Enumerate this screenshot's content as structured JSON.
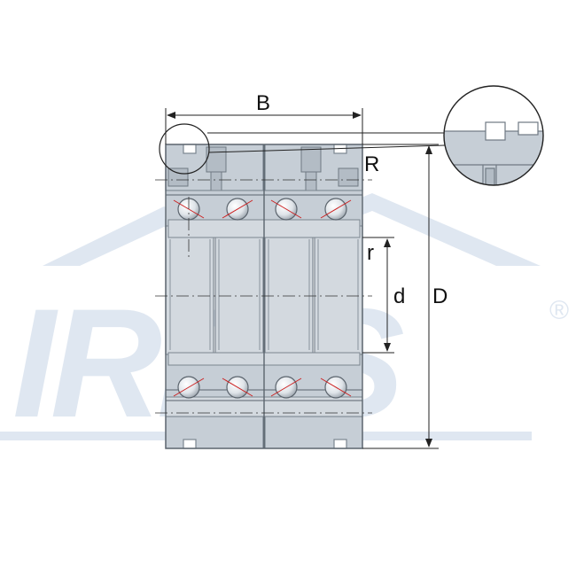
{
  "watermark": {
    "brand": "IRBIS",
    "registered_mark": "®",
    "color": "#dfe7f1"
  },
  "dimensions": {
    "width_label": "B",
    "outer_diameter_label": "D",
    "bore_label": "d",
    "outer_chamfer_label": "R",
    "inner_chamfer_label": "r"
  },
  "colors": {
    "bearing_body": "#c6ced6",
    "bearing_edge": "#7b858f",
    "ball": "#dfe4e9",
    "contact_line": "#cc2222",
    "dimension_line": "#222222"
  }
}
